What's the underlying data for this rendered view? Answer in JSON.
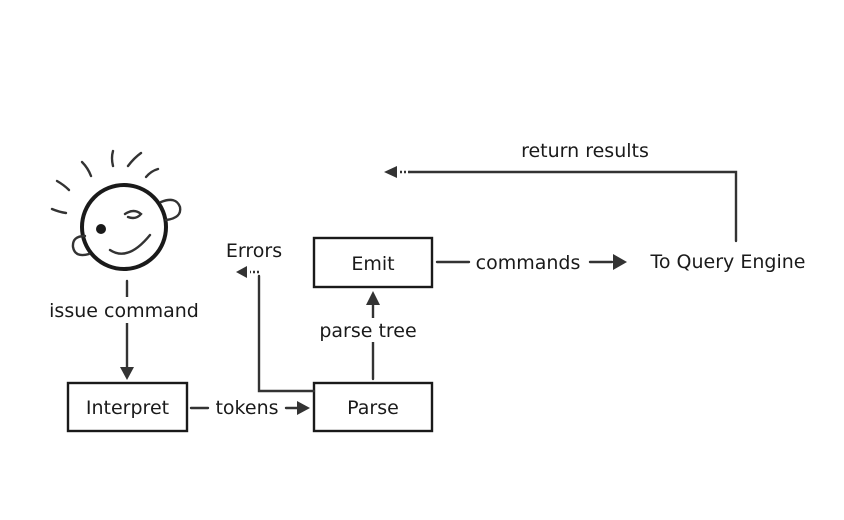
{
  "diagram": {
    "nodes": {
      "interpret": "Interpret",
      "parse": "Parse",
      "emit": "Emit",
      "query_engine": "To Query Engine",
      "errors": "Errors"
    },
    "edges": {
      "issue_command": "issue command",
      "tokens": "tokens",
      "parse_tree": "parse tree",
      "commands": "commands",
      "return_results": "return results"
    },
    "icons": {
      "user": "smiley-face-icon"
    },
    "colors": {
      "line": "#333333",
      "box_stroke": "#1a1a1a",
      "background": "#ffffff"
    }
  }
}
